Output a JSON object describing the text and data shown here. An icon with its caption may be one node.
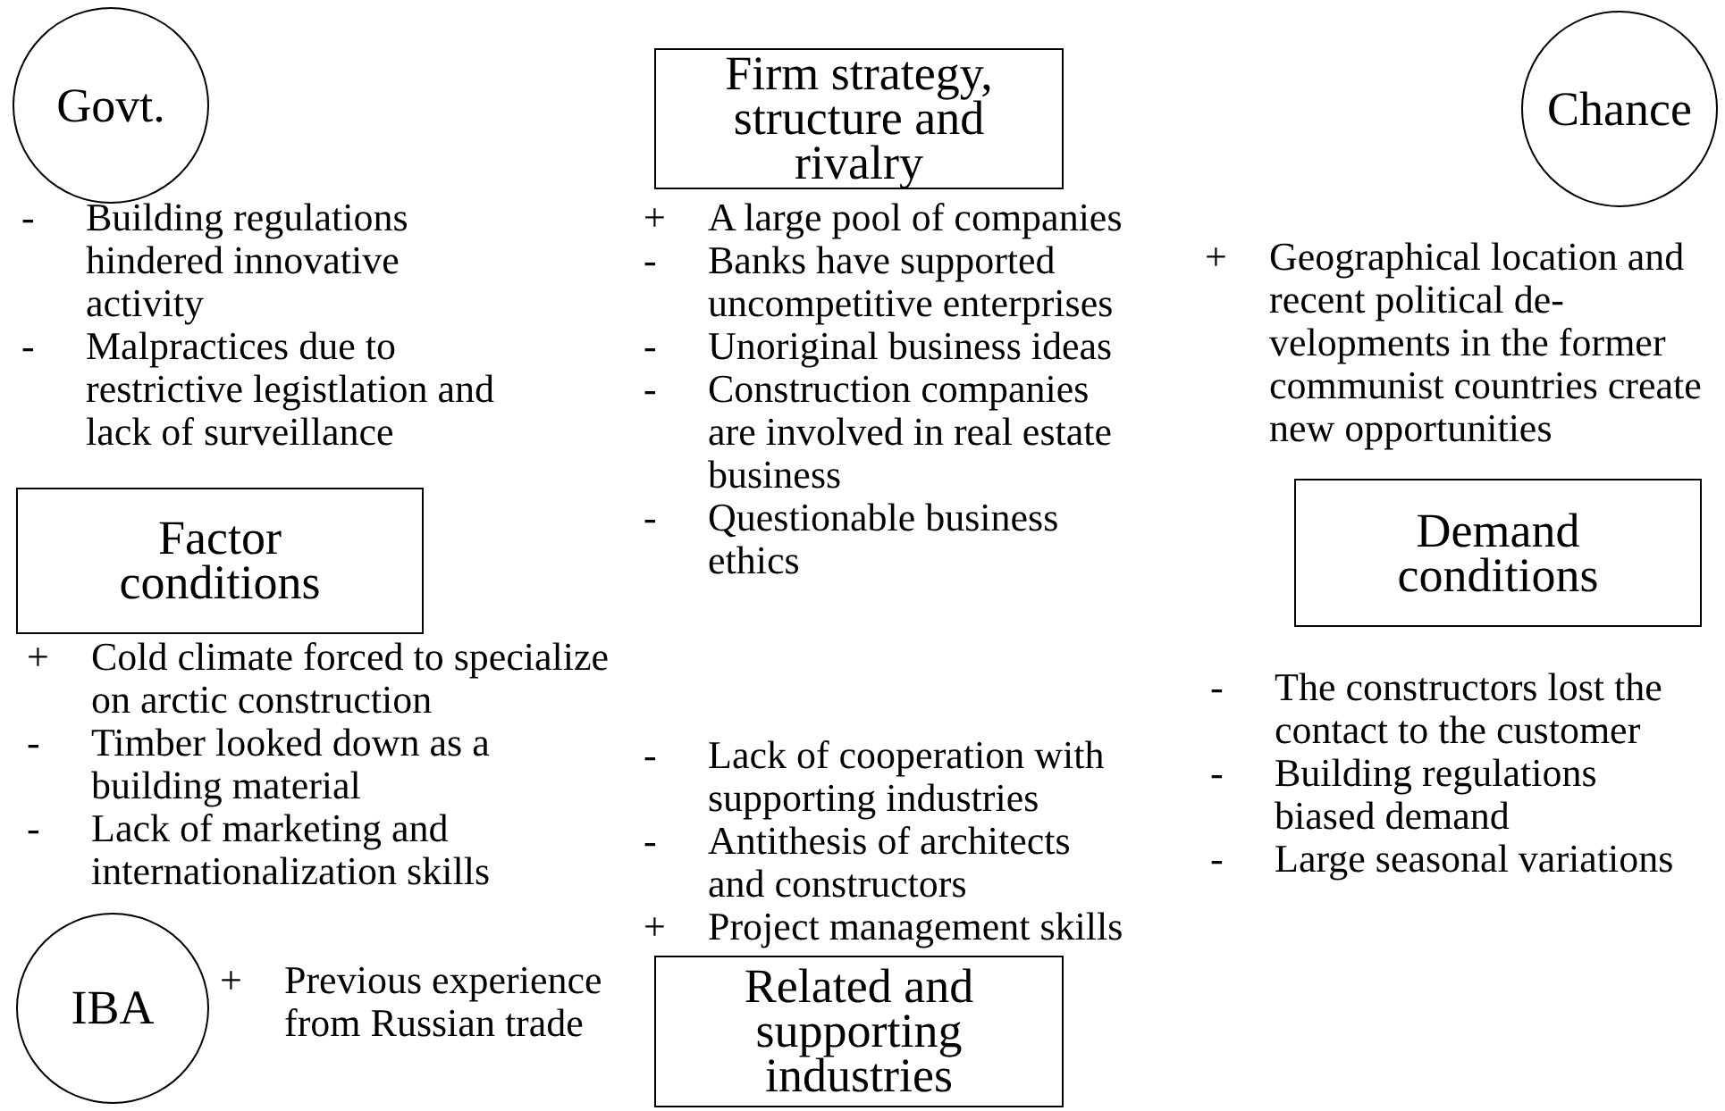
{
  "diagram": {
    "nodes": [
      {
        "text": [
          "Govt."
        ],
        "beside": [
          "-",
          "Building regulations hindered innovative activity",
          "-",
          "Malpractices due to restrictive legistlation and lack of surveillance"
        ]
      },
      {
        "text": [
          "Firm strategy, structure and rivalry"
        ],
        "beside": [
          "+",
          "A large pool of companies",
          "-",
          "Banks have supported uncompetitive enterprises",
          "-",
          "Unoriginal business ideas",
          "-",
          "Construction companies are involved in real estate business",
          "-",
          "Questionable business ethics"
        ]
      },
      {
        "text": [
          "Chance"
        ],
        "beside": [
          "+",
          "Geographical location and recent political de-velopments in the former communist countries create new opportunities"
        ]
      },
      {
        "text": [
          "Factor conditions"
        ],
        "beside": [
          "+",
          "Cold climate forced to specialize on arctic construction",
          "-",
          "Timber looked down as a building material",
          "-",
          "Lack of marketing and internationalization skills"
        ]
      },
      {
        "text": [
          "Demand conditions"
        ],
        "beside": [
          "-",
          "The constructors lost the contact to the customer",
          "-",
          "Building regulations biased demand",
          "-",
          "Large seasonal variations"
        ]
      },
      {
        "text": [
          "IBA"
        ],
        "beside": [
          "+",
          "Previous experience from Russian trade"
        ]
      },
      {
        "text": [
          "Related and supporting industries"
        ],
        "beside": [
          "-",
          "Lack of cooperation with supporting industries",
          "-",
          "Antithesis of architects and constructors",
          "+",
          "Project management skills"
        ]
      }
    ],
    "edges": []
  }
}
